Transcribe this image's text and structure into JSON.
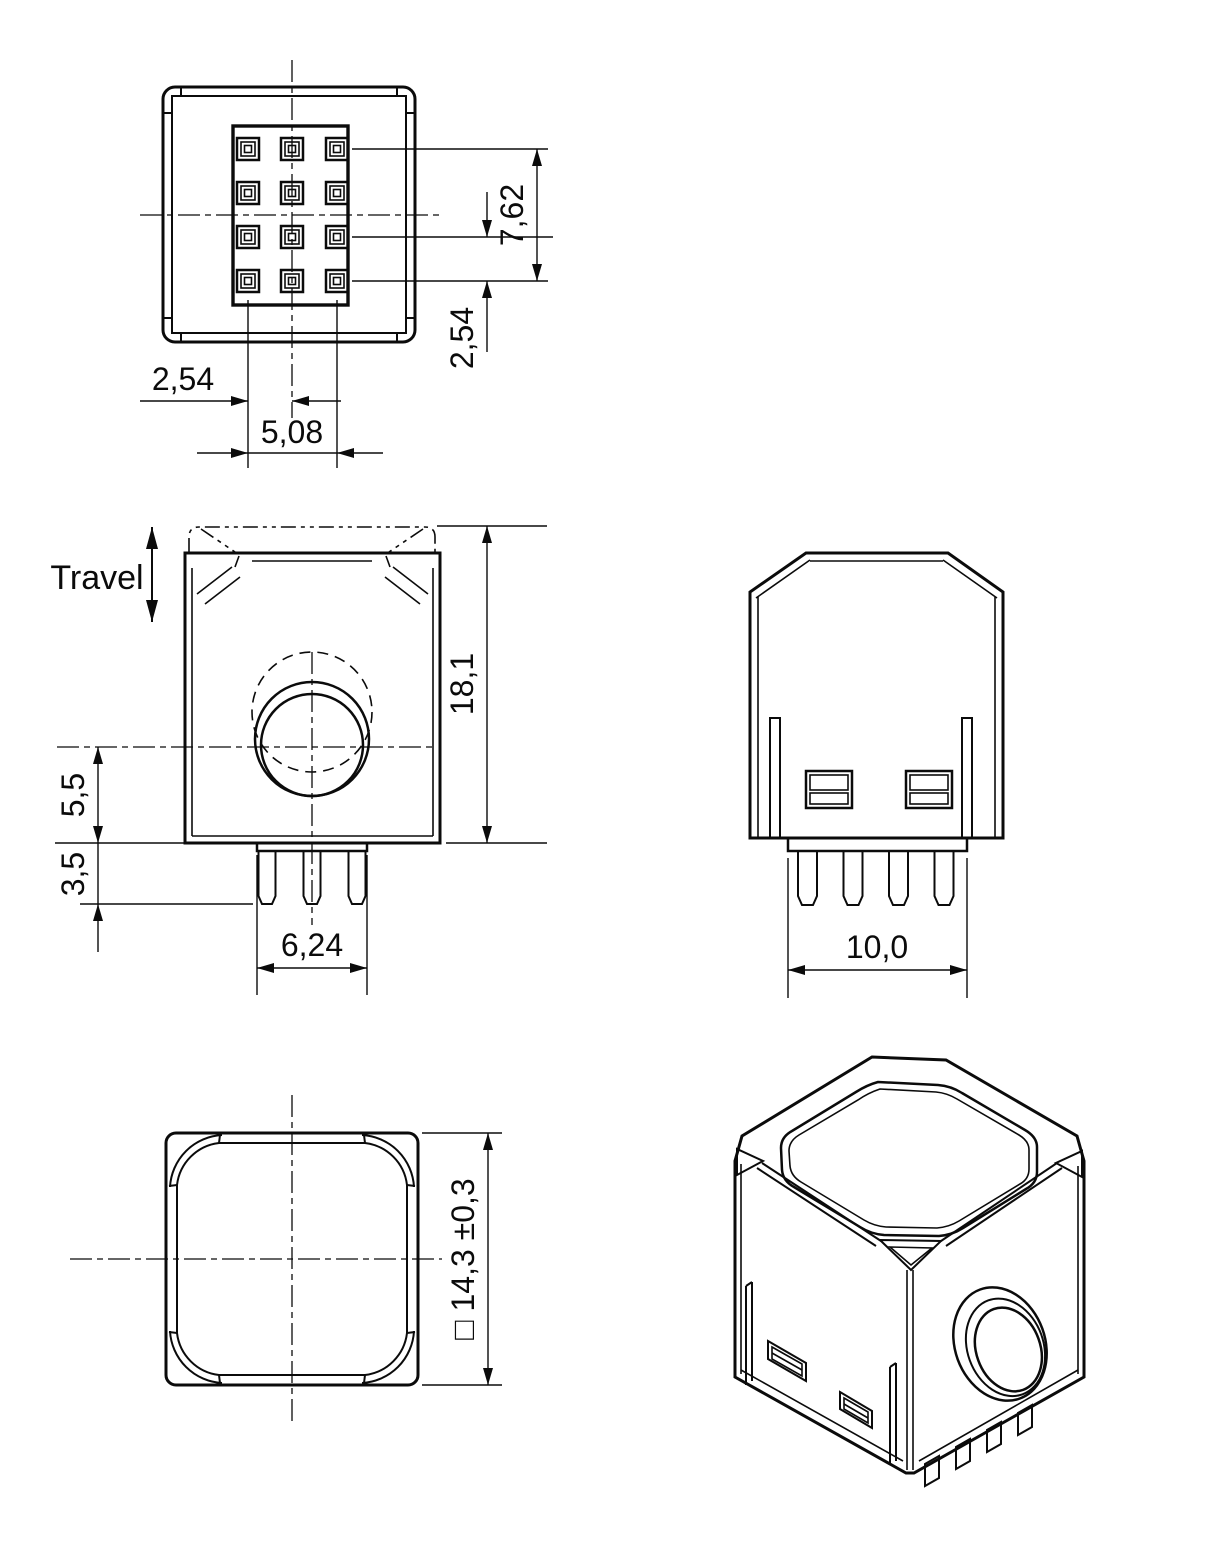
{
  "drawing": {
    "views": {
      "bottom": {
        "dim_row_span": "7,62",
        "dim_row_pitch": "2,54",
        "dim_col_pitch": "2,54",
        "dim_col_span": "5,08"
      },
      "front": {
        "travel_label": "Travel",
        "dim_height": "18,1",
        "dim_hole_center": "5,5",
        "dim_pin_length": "3,5",
        "dim_base_width": "6,24"
      },
      "side": {
        "dim_base_width": "10,0"
      },
      "top": {
        "dim_size": "□ 14,3 ±0,3"
      }
    }
  }
}
